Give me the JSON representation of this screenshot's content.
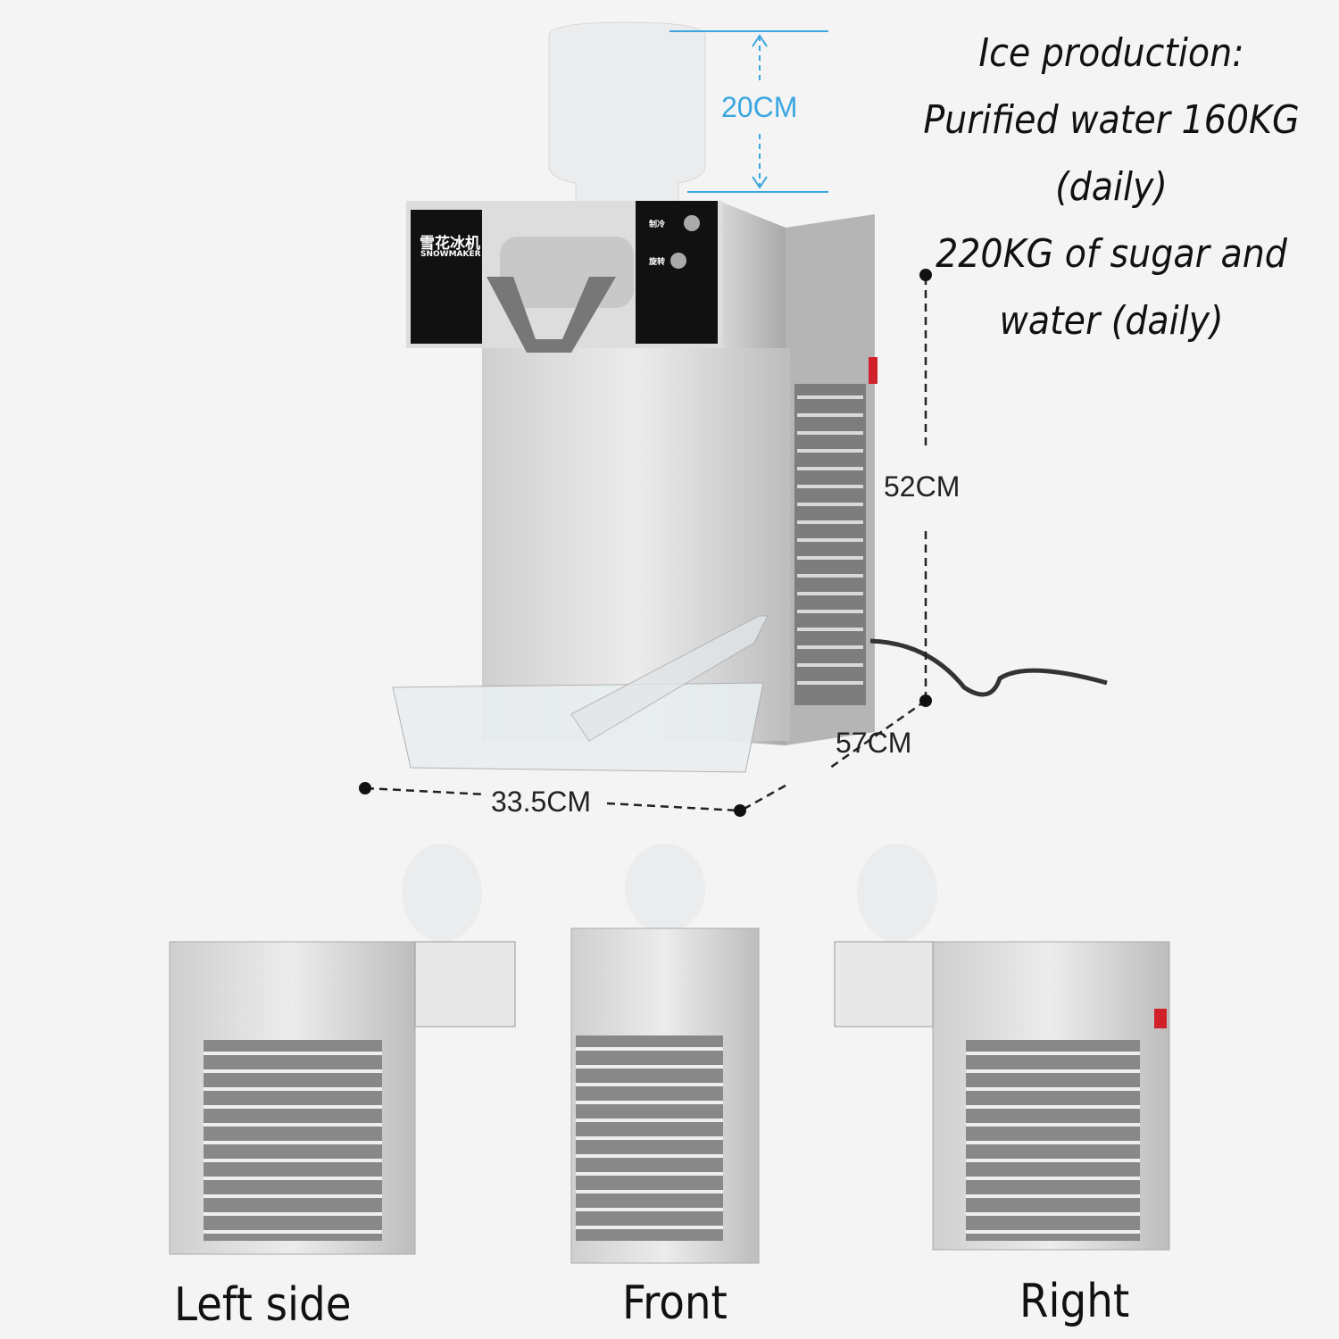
{
  "spec": {
    "lines": [
      "Ice production:",
      "Purified water 160KG",
      "(daily)",
      "220KG of sugar and",
      "water (daily)"
    ]
  },
  "dimensions": {
    "bottle_height": "20CM",
    "height": "52CM",
    "depth": "57CM",
    "width": "33.5CM"
  },
  "machine": {
    "brand_cn": "雪花冰机",
    "brand_en": "SNOWMAKER",
    "button_1": "制冷",
    "button_2": "旋转"
  },
  "views": {
    "left": "Left side",
    "front": "Front",
    "right": "Right"
  },
  "colors": {
    "dimension_accent": "#3aa6e0",
    "switch": "#d0202a"
  }
}
